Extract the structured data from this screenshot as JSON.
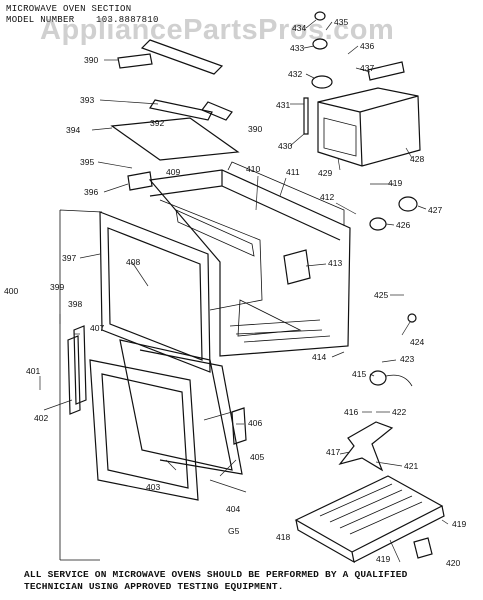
{
  "header": {
    "section": "MICROWAVE OVEN SECTION",
    "model_label": "MODEL NUMBER",
    "model_number": "103.8887810"
  },
  "watermark": "AppliancePartsPros.com",
  "figure_code": "G5",
  "footer": {
    "line1": "ALL SERVICE ON MICROWAVE OVENS SHOULD BE PERFORMED BY A QUALIFIED",
    "line2": "TECHNICIAN USING APPROVED TESTING EQUIPMENT."
  },
  "part_labels": [
    "390",
    "392",
    "393",
    "394",
    "395",
    "396",
    "397",
    "398",
    "399",
    "400",
    "401",
    "402",
    "403",
    "404",
    "405",
    "406",
    "407",
    "408",
    "409",
    "410",
    "411",
    "412",
    "413",
    "414",
    "415",
    "416",
    "417",
    "418",
    "419",
    "420",
    "421",
    "422",
    "423",
    "424",
    "425",
    "426",
    "427",
    "428",
    "429",
    "430",
    "431",
    "432",
    "433",
    "434",
    "435",
    "436",
    "437"
  ]
}
